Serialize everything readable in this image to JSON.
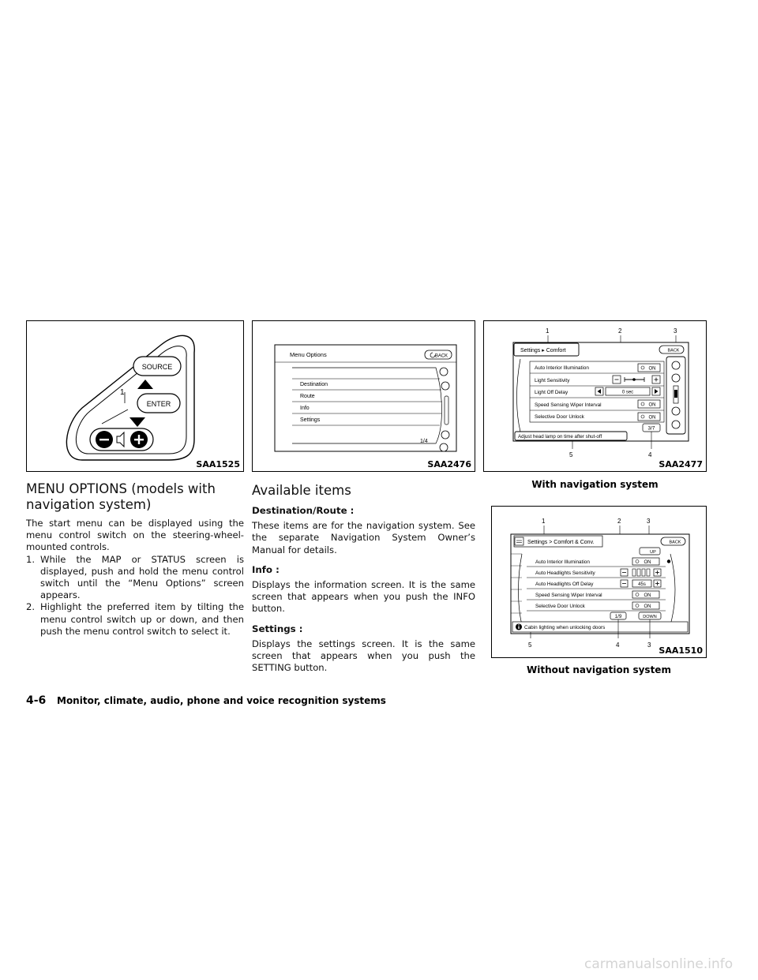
{
  "figures": {
    "fig1": {
      "code": "SAA1525",
      "labels": {
        "source": "SOURCE",
        "enter": "ENTER",
        "one": "1"
      }
    },
    "fig2": {
      "code": "SAA2476",
      "title": "Menu Options",
      "back": "BACK",
      "items": [
        "Destination",
        "Route",
        "Info",
        "Settings"
      ],
      "page": "1/4"
    },
    "fig3": {
      "code": "SAA2477",
      "caption": "With navigation system",
      "callouts": {
        "c1": "1",
        "c2": "2",
        "c3": "3",
        "c4": "4",
        "c5": "5"
      },
      "breadcrumb": "Settings ▸ Comfort",
      "back": "BACK",
      "rows": [
        {
          "label": "Auto Interior Illumination",
          "value": "ON"
        },
        {
          "label": "Light Sensitivity",
          "value": ""
        },
        {
          "label": "Light Off Delay",
          "value": "0 sec"
        },
        {
          "label": "Speed Sensing Wiper Interval",
          "value": "ON"
        },
        {
          "label": "Selective Door Unlock",
          "value": "ON"
        }
      ],
      "page": "3/7",
      "help": "Adjust head lamp on time after shut-off"
    },
    "fig4": {
      "code": "SAA1510",
      "caption": "Without navigation system",
      "callouts": {
        "c1": "1",
        "c2": "2",
        "c3": "3",
        "c4": "4",
        "c5": "5",
        "c3b": "3"
      },
      "breadcrumb": "Settings > Comfort & Conv.",
      "back": "BACK",
      "up": "UP",
      "down": "DOWN",
      "rows": [
        {
          "label": "Auto Interior Illumination",
          "value": "ON"
        },
        {
          "label": "Auto Headlights Sensitivity",
          "value": ""
        },
        {
          "label": "Auto Headlights Off Delay",
          "value": "45s"
        },
        {
          "label": "Speed Sensing Wiper Interval",
          "value": "ON"
        },
        {
          "label": "Selective Door Unlock",
          "value": "ON"
        }
      ],
      "page": "1/9",
      "help": "Cabin lighting when unlocking doors"
    }
  },
  "left": {
    "heading": "MENU OPTIONS (models with navigation system)",
    "intro": "The start menu can be displayed using the menu control switch on the steering-wheel-mounted controls.",
    "steps": [
      {
        "num": "1.",
        "text": "While the MAP or STATUS screen is displayed, push and hold the menu control switch until the “Menu Options” screen appears."
      },
      {
        "num": "2.",
        "text": "Highlight the preferred item by tilting the menu control switch up or down, and then push the menu control switch to select it."
      }
    ]
  },
  "middle": {
    "heading": "Available items",
    "sections": [
      {
        "title": "Destination/Route :",
        "text": "These items are for the navigation system. See the separate Navigation System Owner’s Manual for details."
      },
      {
        "title": "Info :",
        "text": "Displays the information screen. It is the same screen that appears when you push the INFO button."
      },
      {
        "title": "Settings :",
        "text": "Displays the settings screen. It is the same screen that appears when you push the SETTING button."
      }
    ]
  },
  "footer": {
    "page_number": "4-6",
    "section_title": "Monitor, climate, audio, phone and voice recognition systems"
  },
  "watermark": "carmanualsonline.info"
}
